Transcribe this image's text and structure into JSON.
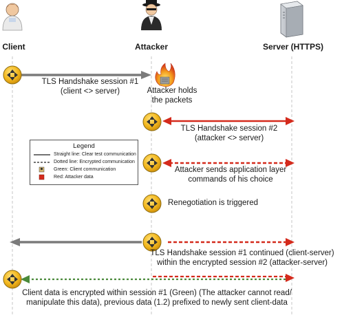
{
  "actors": {
    "client": "Client",
    "attacker": "Attacker",
    "server": "Server (HTTPS)"
  },
  "notes": {
    "attacker_holds": [
      "Attacker holds",
      "the packets"
    ]
  },
  "steps": [
    {
      "id": "step1",
      "lines": [
        "TLS Handshake session #1",
        "(client <> server)"
      ]
    },
    {
      "id": "step2",
      "lines": [
        "TLS Handshake session #2",
        "(attacker <> server)"
      ]
    },
    {
      "id": "step3",
      "lines": [
        "Attacker sends application layer",
        "commands of his choice"
      ]
    },
    {
      "id": "step4",
      "lines": [
        "Renegotiation is triggered"
      ]
    },
    {
      "id": "step5",
      "lines": [
        "TLS Handshake session #1 continued (client-server)",
        "within the encrypted session #2 (attacker-server)"
      ]
    },
    {
      "id": "step6",
      "lines": [
        "Client data is encrypted within session #1 (Green) (The attacker cannot read/",
        "manipulate this data), previous data (1.2) prefixed to newly sent client-data"
      ]
    }
  ],
  "legend": {
    "title": "Legend",
    "items": [
      "Straight line: Clear test communication",
      "Dotted line: Encrypted communication",
      "Green: Client communication",
      "Red: Attacker data"
    ]
  },
  "colors": {
    "lifeline": "#bdbdbd",
    "gray_arrow": "#7b7b7b",
    "red_arrow": "#d42a1c",
    "green_arrow": "#4a8a3a",
    "node_fill": "#f2b61c",
    "node_stroke": "#8a6a10"
  }
}
